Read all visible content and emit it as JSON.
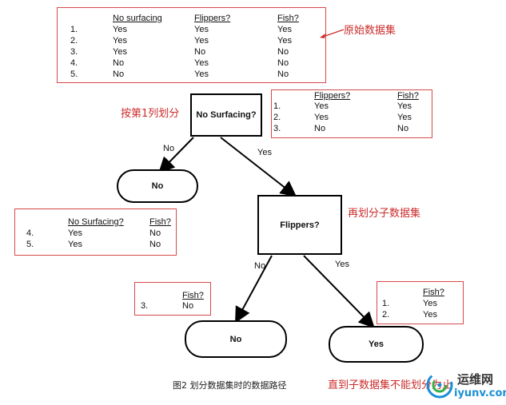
{
  "tables": {
    "original": {
      "headers": [
        "No surfacing",
        "Flippers?",
        "Fish?"
      ],
      "rows": [
        [
          "1.",
          "Yes",
          "Yes",
          "Yes"
        ],
        [
          "2.",
          "Yes",
          "Yes",
          "Yes"
        ],
        [
          "3.",
          "Yes",
          "No",
          "No"
        ],
        [
          "4.",
          "No",
          "Yes",
          "No"
        ],
        [
          "5.",
          "No",
          "Yes",
          "No"
        ]
      ]
    },
    "split_yes": {
      "headers": [
        "Flippers?",
        "Fish?"
      ],
      "rows": [
        [
          "1.",
          "Yes",
          "Yes"
        ],
        [
          "2.",
          "Yes",
          "Yes"
        ],
        [
          "3.",
          "No",
          "No"
        ]
      ]
    },
    "split_no": {
      "headers": [
        "No Surfacing?",
        "Fish?"
      ],
      "rows": [
        [
          "4.",
          "Yes",
          "No"
        ],
        [
          "5.",
          "Yes",
          "No"
        ]
      ]
    },
    "leaf_no": {
      "headers": [
        "Fish?"
      ],
      "rows": [
        [
          "3.",
          "No"
        ]
      ]
    },
    "leaf_yes": {
      "headers": [
        "Fish?"
      ],
      "rows": [
        [
          "1.",
          "Yes"
        ],
        [
          "2.",
          "Yes"
        ]
      ]
    }
  },
  "nodes": {
    "root": "No Surfacing?",
    "left_leaf": "No",
    "flippers": "Flippers?",
    "flippers_no": "No",
    "flippers_yes": "Yes"
  },
  "edges": {
    "root_no": "No",
    "root_yes": "Yes",
    "flippers_no": "No",
    "flippers_yes": "Yes"
  },
  "annotations": {
    "original_dataset": "原始数据集",
    "split_by_col1": "按第1列划分",
    "resplit": "再划分子数据集",
    "until_unsplittable": "直到子数据集不能划分为止"
  },
  "caption": "图2 划分数据集时的数据路径",
  "watermark": {
    "name": "运维网",
    "url": "iyunv.com"
  }
}
